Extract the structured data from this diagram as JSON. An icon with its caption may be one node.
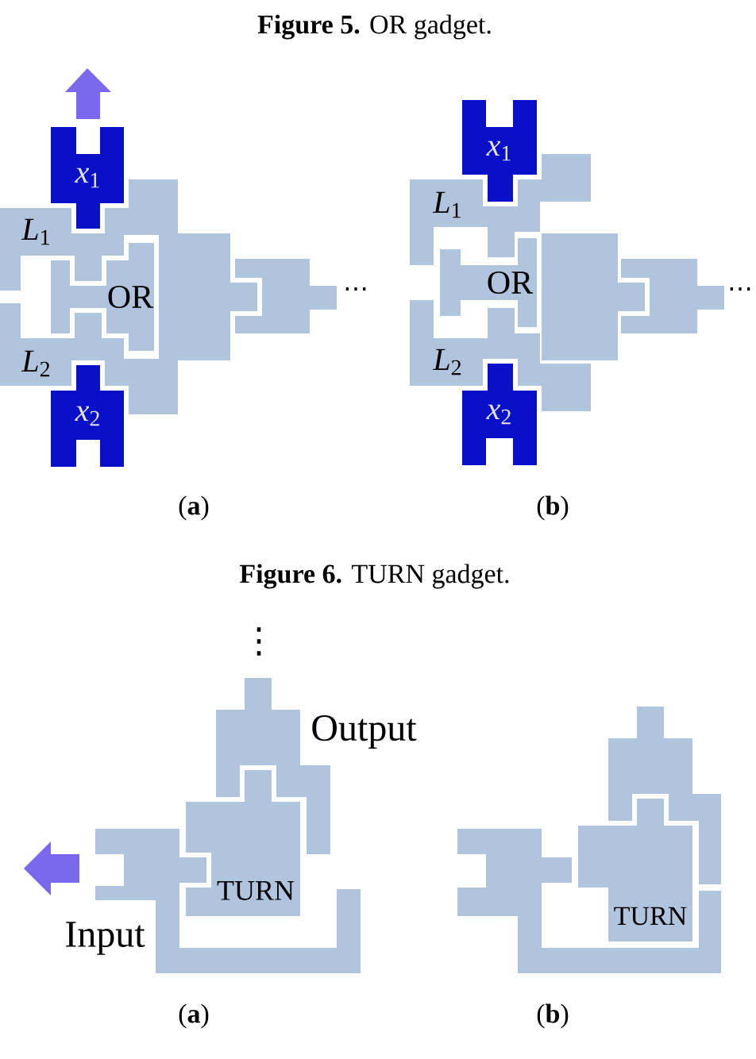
{
  "diagram": {
    "nodes": [
      {
        "text": [
          "*x*$_{1}$"
        ]
      },
      {
        "text": [
          "*L*$_{1}$"
        ]
      },
      {
        "text": [
          "OR"
        ]
      },
      {
        "text": [],
        "shape": "block"
      },
      {
        "text": [],
        "shape": "block",
        "beside": [
          "⋯"
        ]
      },
      {
        "text": [
          "*L*$_{2}$"
        ]
      },
      {
        "text": [
          "*x*$_{2}$"
        ]
      },
      {
        "text": [
          "*x*$_{1}$"
        ]
      },
      {
        "text": [
          "*L*$_{1}$"
        ]
      },
      {
        "text": [
          "OR"
        ]
      },
      {
        "text": [],
        "shape": "block"
      },
      {
        "text": [],
        "shape": "block",
        "beside": [
          "⋯"
        ]
      },
      {
        "text": [
          "*L*$_{2}$"
        ]
      },
      {
        "text": [
          "*x*$_{2}$"
        ]
      },
      {
        "text": [],
        "shape": "block",
        "beside": [
          "⋮",
          "Output"
        ]
      },
      {
        "text": [
          "TURN"
        ]
      },
      {
        "text": [],
        "shape": "block",
        "beside": [
          "Input"
        ]
      },
      {
        "text": [],
        "shape": "block"
      },
      {
        "text": [
          "TURN"
        ]
      },
      {
        "text": [],
        "shape": "block"
      }
    ],
    "labels": [
      "**Figure 5.** OR gadget.",
      "(**a**)",
      "(**b**)",
      "**Figure 6.** TURN gadget.",
      "(**a**)",
      "(**b**)"
    ]
  }
}
